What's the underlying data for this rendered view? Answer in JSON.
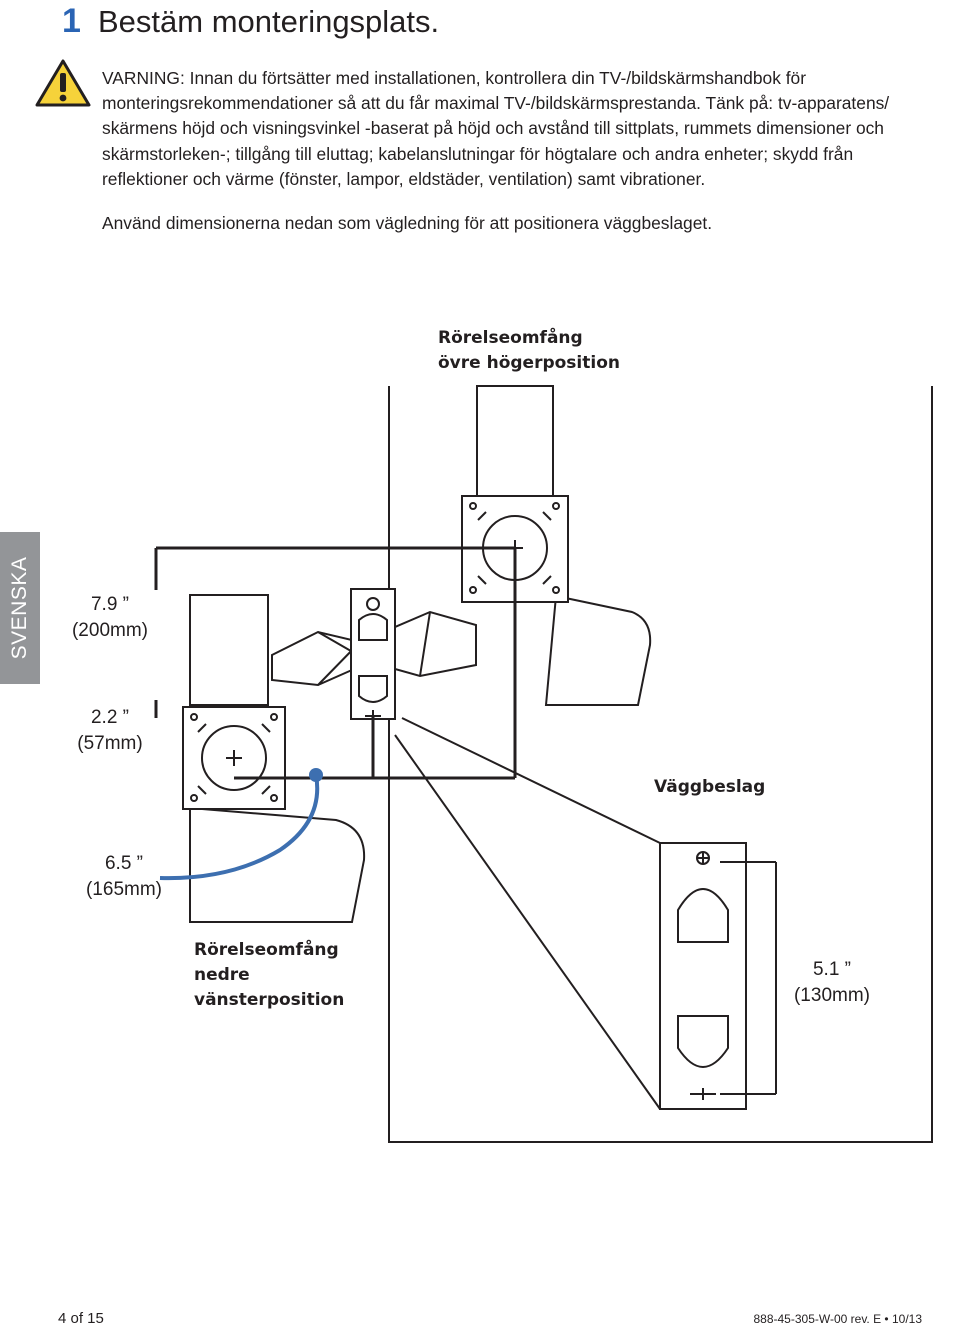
{
  "header": {
    "step_number": "1",
    "title": "Bestäm monteringsplats."
  },
  "warning": {
    "icon": "warning-triangle-icon",
    "text": "VARNING: Innan du förtsätter med installationen, kontrollera din TV-/bildskärmshandbok för monteringsrekommendationer så att du får maximal TV-/bildskärmsprestanda. Tänk på: tv-apparatens/ skärmens höjd och visningsvinkel -baserat på höjd och avstånd till sittplats, rummets dimensioner och skärmstorleken-; tillgång till eluttag; kabelanslutningar för högtalare och andra enheter; skydd från reflektioner och värme (fönster, lampor, eldstäder, ventilation) samt vibrationer."
  },
  "guidance": "Använd dimensionerna nedan som vägledning för att positionera väggbeslaget.",
  "diagram": {
    "upper_label_line1": "Rörelseomfång",
    "upper_label_line2": "övre högerposition",
    "lower_label_line1": "Rörelseomfång",
    "lower_label_line2": "nedre",
    "lower_label_line3": "vänsterposition",
    "wall_bracket_label": "Väggbeslag",
    "dim_1_in": "7.9 ”",
    "dim_1_mm": "(200mm)",
    "dim_2_in": "2.2 ”",
    "dim_2_mm": "(57mm)",
    "dim_3_in": "6.5 ”",
    "dim_3_mm": "(165mm)",
    "dim_4_in": "5.1 ”",
    "dim_4_mm": "(130mm)",
    "accent_blue": "#3d6fb0"
  },
  "side_tab": "SVENSKA",
  "footer": {
    "page": "4 of 15",
    "doc_code": "888-45-305-W-00 rev. E • 10/13"
  }
}
